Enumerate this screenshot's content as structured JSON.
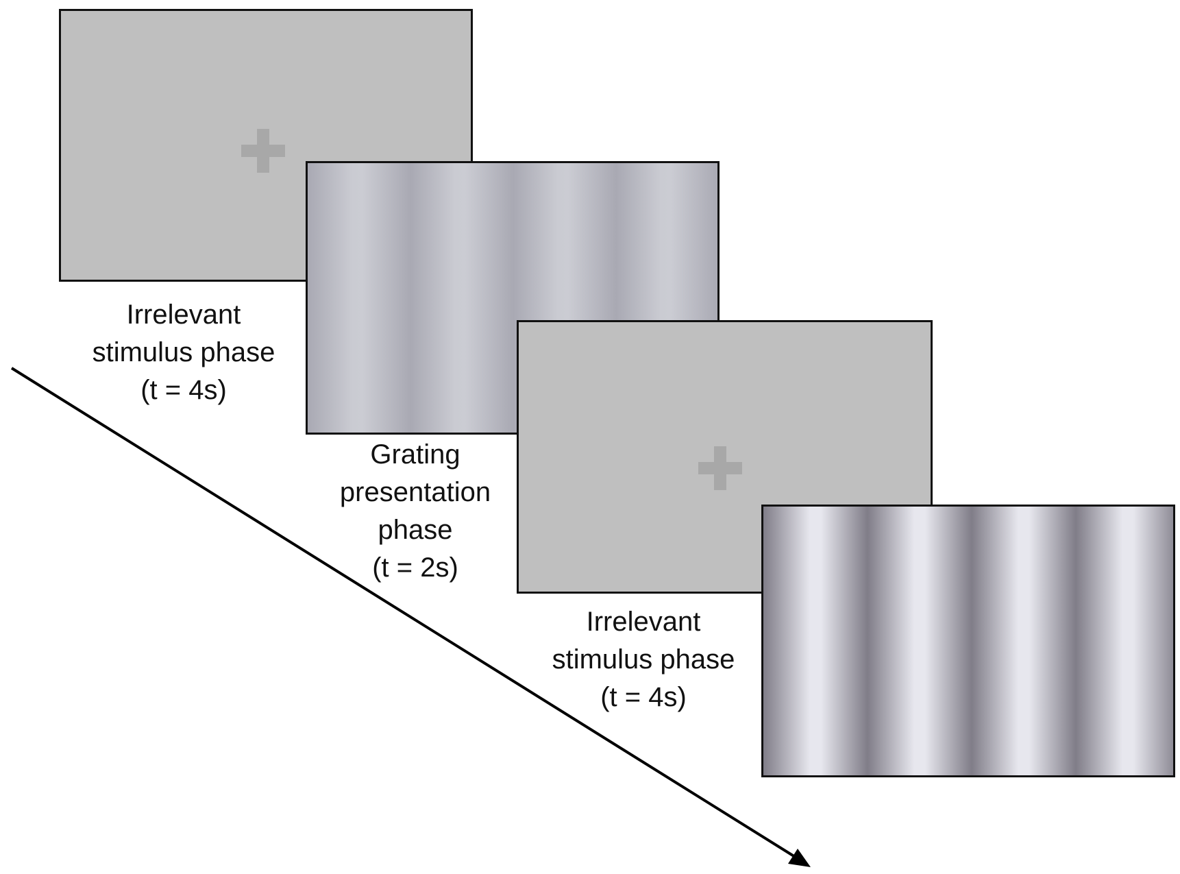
{
  "labels": {
    "first_irrelevant": {
      "line1": "Irrelevant",
      "line2": "stimulus phase",
      "line3": "(t = 4s)"
    },
    "grating": {
      "line1": "Grating",
      "line2": "presentation",
      "line3": "phase",
      "line4": "(t = 2s)"
    },
    "second_irrelevant": {
      "line1": "Irrelevant",
      "line2": "stimulus phase",
      "line3": "(t = 4s)"
    }
  },
  "icons": {
    "fixation": "plus-icon",
    "time_arrow": "arrow-icon"
  },
  "colors": {
    "background": "#ffffff",
    "screen_gray": "#bfbfbf",
    "fixation_cross": "#a8a8a8",
    "border": "#111111",
    "grating_low_dark": "#a9a9b3",
    "grating_low_light": "#cbccd3",
    "grating_high_dark": "#807d88",
    "grating_high_light": "#e7e7ee"
  }
}
